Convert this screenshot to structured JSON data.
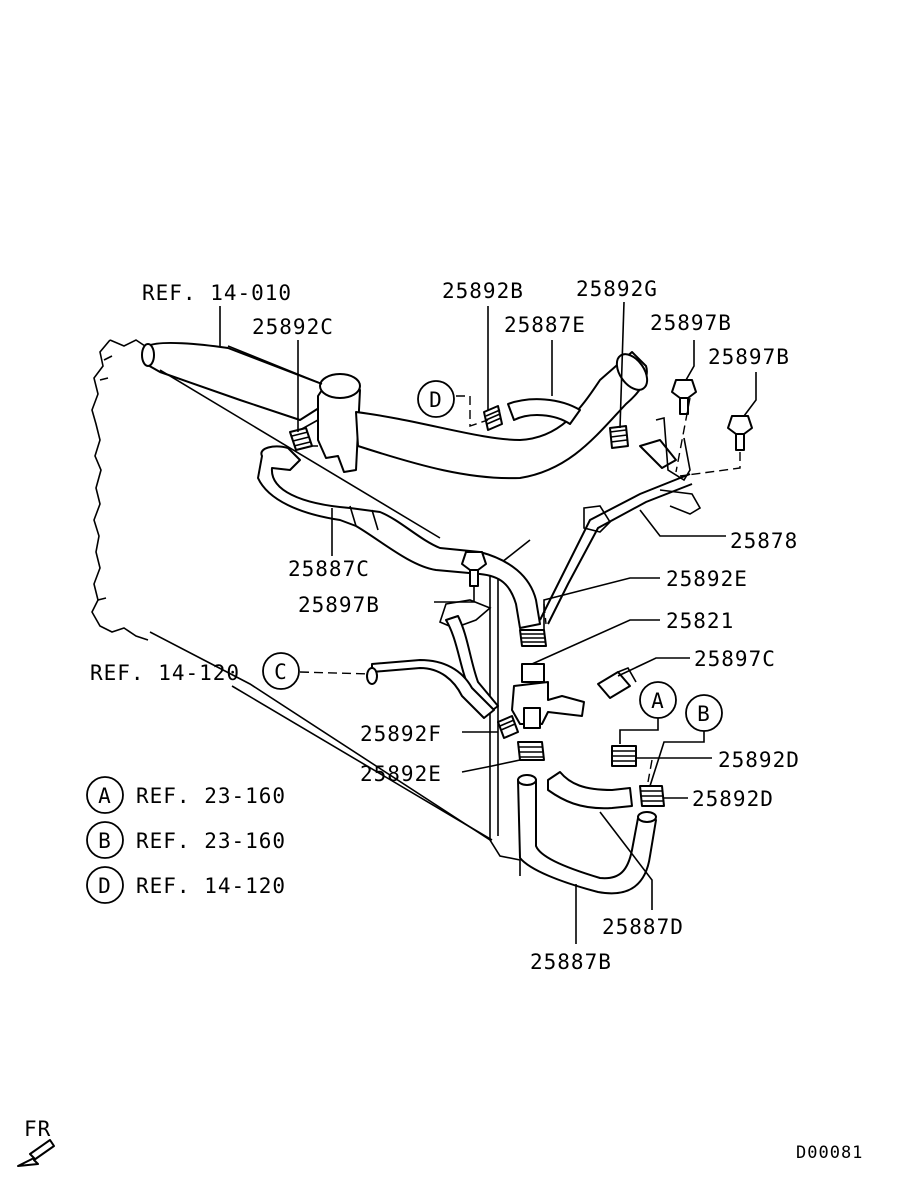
{
  "labels": {
    "ref_14_010": "REF. 14-010",
    "p25892B": "25892B",
    "p25892G": "25892G",
    "p25892C": "25892C",
    "p25887E": "25887E",
    "p25897B_1": "25897B",
    "p25897B_2": "25897B",
    "p25878": "25878",
    "p25887C": "25887C",
    "p25892E_1": "25892E",
    "p25897B_3": "25897B",
    "p25821": "25821",
    "p25897C": "25897C",
    "ref_14_120": "REF. 14-120",
    "p25892F": "25892F",
    "p25892D_1": "25892D",
    "p25892E_2": "25892E",
    "p25892D_2": "25892D",
    "p25887D": "25887D",
    "p25887B": "25887B",
    "fr": "FR",
    "code": "D00081"
  },
  "callouts": {
    "A": "A",
    "B": "B",
    "C": "C",
    "D": "D"
  },
  "legend": [
    {
      "key": "A",
      "text": "REF. 23-160"
    },
    {
      "key": "B",
      "text": "REF. 23-160"
    },
    {
      "key": "D",
      "text": "REF. 14-120"
    }
  ]
}
